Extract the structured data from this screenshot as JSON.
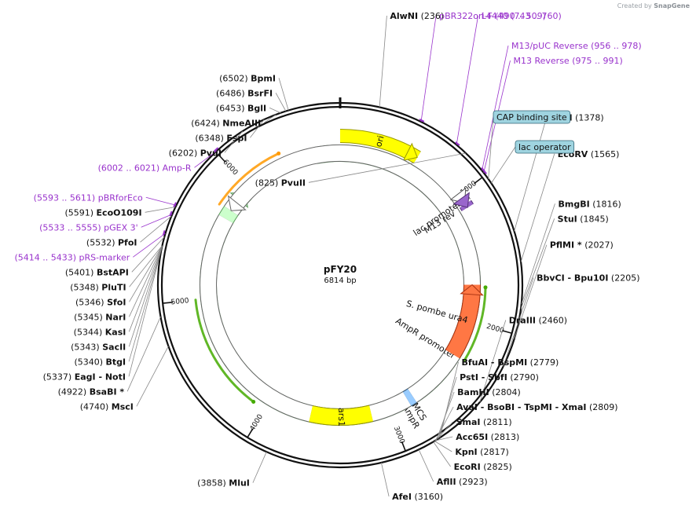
{
  "watermark": {
    "prefix": "Created by",
    "brand": "SnapGene"
  },
  "plasmid": {
    "name": "pFY20",
    "length_label": "6814 bp",
    "total_bp": 6814
  },
  "ticks": [
    {
      "label": "1000",
      "bp": 1000
    },
    {
      "label": "2000",
      "bp": 2000
    },
    {
      "label": "3000",
      "bp": 3000
    },
    {
      "label": "4000",
      "bp": 4000
    },
    {
      "label": "5000",
      "bp": 5000
    },
    {
      "label": "6000",
      "bp": 6000
    }
  ],
  "sites": [
    {
      "name": "AlwNI",
      "pos": "(236)",
      "bp": 236,
      "side": "right"
    },
    {
      "name": "PvuII",
      "pos": "(825)",
      "bp": 825,
      "side": "left"
    },
    {
      "name": "AvrII",
      "pos": "(1378)",
      "bp": 1378,
      "side": "right"
    },
    {
      "name": "EcoRV",
      "pos": "(1565)",
      "bp": 1565,
      "side": "right"
    },
    {
      "name": "BmgBI",
      "pos": "(1816)",
      "bp": 1816,
      "side": "right"
    },
    {
      "name": "StuI",
      "pos": "(1845)",
      "bp": 1845,
      "side": "right"
    },
    {
      "name": "PflMI *",
      "pos": "(2027)",
      "bp": 2027,
      "side": "right"
    },
    {
      "name": "BbvCI - Bpu10I",
      "pos": "(2205)",
      "bp": 2205,
      "side": "right"
    },
    {
      "name": "DraIII",
      "pos": "(2460)",
      "bp": 2460,
      "side": "right"
    },
    {
      "name": "BfuAI - BspMI",
      "pos": "(2779)",
      "bp": 2779,
      "side": "right"
    },
    {
      "name": "PstI - SbfI",
      "pos": "(2790)",
      "bp": 2790,
      "side": "right"
    },
    {
      "name": "BamHI",
      "pos": "(2804)",
      "bp": 2804,
      "side": "right"
    },
    {
      "name": "AvaI - BsoBI - TspMI - XmaI",
      "pos": "(2809)",
      "bp": 2809,
      "side": "right"
    },
    {
      "name": "SmaI",
      "pos": "(2811)",
      "bp": 2811,
      "side": "right"
    },
    {
      "name": "Acc65I",
      "pos": "(2813)",
      "bp": 2813,
      "side": "right"
    },
    {
      "name": "KpnI",
      "pos": "(2817)",
      "bp": 2817,
      "side": "right"
    },
    {
      "name": "EcoRI",
      "pos": "(2825)",
      "bp": 2825,
      "side": "right"
    },
    {
      "name": "AflII",
      "pos": "(2923)",
      "bp": 2923,
      "side": "right"
    },
    {
      "name": "AfeI",
      "pos": "(3160)",
      "bp": 3160,
      "side": "right"
    },
    {
      "name": "MluI",
      "pos": "(3858)",
      "bp": 3858,
      "side": "left"
    },
    {
      "name": "MscI",
      "pos": "(4740)",
      "bp": 4740,
      "side": "left"
    },
    {
      "name": "BsaBI *",
      "pos": "(4922)",
      "bp": 4922,
      "side": "left"
    },
    {
      "name": "EagI - NotI",
      "pos": "(5337)",
      "bp": 5337,
      "side": "left"
    },
    {
      "name": "BtgI",
      "pos": "(5340)",
      "bp": 5340,
      "side": "left"
    },
    {
      "name": "SacII",
      "pos": "(5343)",
      "bp": 5343,
      "side": "left"
    },
    {
      "name": "KasI",
      "pos": "(5344)",
      "bp": 5344,
      "side": "left"
    },
    {
      "name": "NarI",
      "pos": "(5345)",
      "bp": 5345,
      "side": "left"
    },
    {
      "name": "SfoI",
      "pos": "(5346)",
      "bp": 5346,
      "side": "left"
    },
    {
      "name": "PluTI",
      "pos": "(5348)",
      "bp": 5348,
      "side": "left"
    },
    {
      "name": "BstAPI",
      "pos": "(5401)",
      "bp": 5401,
      "side": "left"
    },
    {
      "name": "PfoI",
      "pos": "(5532)",
      "bp": 5532,
      "side": "left"
    },
    {
      "name": "EcoO109I",
      "pos": "(5591)",
      "bp": 5591,
      "side": "left"
    },
    {
      "name": "PvuI",
      "pos": "(6202)",
      "bp": 6202,
      "side": "left"
    },
    {
      "name": "FspI",
      "pos": "(6348)",
      "bp": 6348,
      "side": "left"
    },
    {
      "name": "NmeAIII",
      "pos": "(6424)",
      "bp": 6424,
      "side": "left"
    },
    {
      "name": "BglI",
      "pos": "(6453)",
      "bp": 6453,
      "side": "left"
    },
    {
      "name": "BsrFI",
      "pos": "(6486)",
      "bp": 6486,
      "side": "left"
    },
    {
      "name": "BpmI",
      "pos": "(6502)",
      "bp": 6502,
      "side": "left"
    }
  ],
  "primers": [
    {
      "name": "pBR322ori-F",
      "pos": "(490 .. 509)",
      "bp": 499,
      "side": "right"
    },
    {
      "name": "L4440",
      "pos": "(743 .. 760)",
      "bp": 751,
      "side": "right"
    },
    {
      "name": "M13/pUC Reverse",
      "pos": "(956 .. 978)",
      "bp": 967,
      "side": "right"
    },
    {
      "name": "M13 Reverse",
      "pos": "(975 .. 991)",
      "bp": 983,
      "side": "right"
    },
    {
      "name": "pRS-marker",
      "pos": "(5414 .. 5433)",
      "bp": 5423,
      "side": "left"
    },
    {
      "name": "pGEX 3'",
      "pos": "(5533 .. 5555)",
      "bp": 5544,
      "side": "left"
    },
    {
      "name": "pBRforEco",
      "pos": "(5593 .. 5611)",
      "bp": 5602,
      "side": "left"
    },
    {
      "name": "Amp-R",
      "pos": "(6002 .. 6021)",
      "bp": 6011,
      "side": "left"
    }
  ],
  "boxed_features": [
    {
      "name": "CAP binding site"
    },
    {
      "name": "lac operator"
    }
  ],
  "features": [
    {
      "name": "ori",
      "start": 0,
      "end": 589,
      "ring": "inner",
      "color": "#ffff00",
      "stroke": "#999900",
      "direction": "cw",
      "label_mode": "inside"
    },
    {
      "name": "AmpR",
      "start": 6610,
      "end": 5950,
      "ring": "mid",
      "color": "#ccffcc",
      "stroke": "#5a9a5a",
      "direction": "cw",
      "label_mode": "outside"
    },
    {
      "name": "AmpR promoter",
      "start": 5760,
      "end": 5680,
      "ring": "mid",
      "color": "#ffffff",
      "stroke": "#666666",
      "direction": "ccw",
      "label_mode": "radial"
    },
    {
      "name": "lac promoter",
      "start": 1035,
      "end": 1070,
      "ring": "inner",
      "color": "#ffffff",
      "stroke": "#555555",
      "direction": "cw",
      "label_mode": "radial"
    },
    {
      "name": "M13 rev",
      "start": 1080,
      "end": 1110,
      "ring": "inner",
      "color": "#9966cc",
      "stroke": "#553377",
      "direction": "cw",
      "label_mode": "radial"
    },
    {
      "name": "S. pombe ura4",
      "start": 1700,
      "end": 2300,
      "ring": "mid",
      "color": "#ff7744",
      "stroke": "#aa3311",
      "direction": "ccw",
      "label_mode": "radial"
    },
    {
      "name": "MCS",
      "start": 2780,
      "end": 2830,
      "ring": "mid",
      "color": "#99ccff",
      "stroke": "#335577",
      "direction": "none",
      "label_mode": "outside"
    },
    {
      "name": "ars1",
      "start": 3150,
      "end": 3650,
      "ring": "mid",
      "color": "#ffff00",
      "stroke": "#999900",
      "direction": "none",
      "label_mode": "inside"
    }
  ],
  "orf_arcs": [
    {
      "start": 5750,
      "end": 6340,
      "color": "#ff9900",
      "direction": "cw"
    },
    {
      "start": 1720,
      "end": 2300,
      "color": "#44aa00",
      "direction": "ccw"
    },
    {
      "start": 4100,
      "end": 5000,
      "color": "#44aa00",
      "direction": "ccw"
    }
  ],
  "colors": {
    "backbone": "#111111",
    "primer": "#9933cc",
    "label": "#111111",
    "leader": "#888888"
  }
}
